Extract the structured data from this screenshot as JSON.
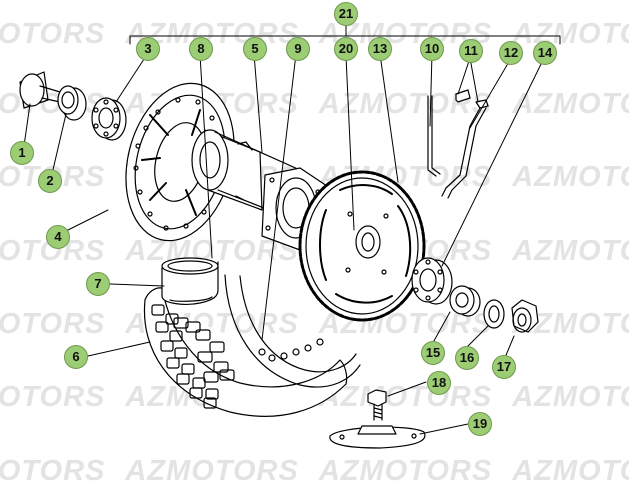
{
  "watermark": {
    "text": "AZMOTORS",
    "color": "#e3e3e3"
  },
  "callouts": {
    "c1": "1",
    "c2": "2",
    "c3": "3",
    "c4": "4",
    "c5": "5",
    "c6": "6",
    "c7": "7",
    "c8": "8",
    "c9": "9",
    "c10": "10",
    "c11": "11",
    "c12": "12",
    "c13": "13",
    "c14": "14",
    "c15": "15",
    "c16": "16",
    "c17": "17",
    "c18": "18",
    "c19": "19",
    "c20": "20",
    "c21": "21"
  },
  "colors": {
    "badge_fill": "#9ccc74",
    "badge_border": "#6e9a4d",
    "line": "#000000"
  },
  "icons": [
    "wheel-hub-icon",
    "brake-disc-icon",
    "sprocket-icon",
    "tire-icon",
    "bearing-icon",
    "nut-icon",
    "spacer-icon",
    "bolt-icon",
    "rim-lock-icon",
    "axle-icon"
  ]
}
